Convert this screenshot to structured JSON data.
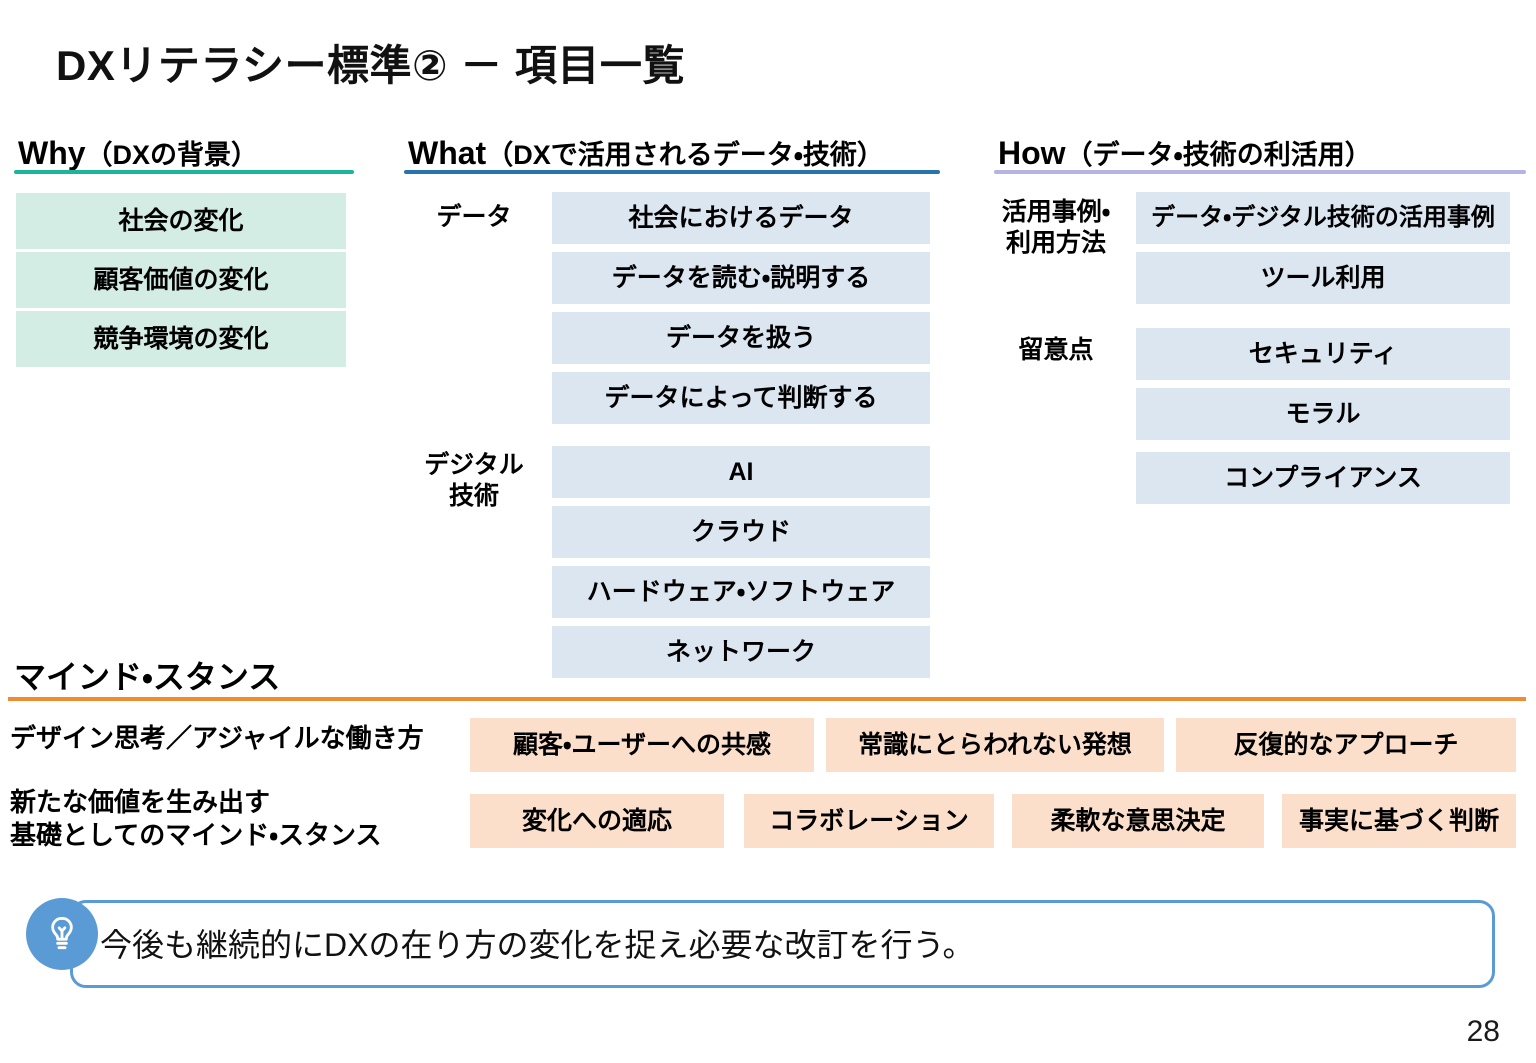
{
  "slide": {
    "title": "DXリテラシー標準② － 項目一覧",
    "page_number": "28"
  },
  "columns": {
    "why": {
      "head_en": "Why",
      "head_jp": "（DXの背景）",
      "rule_color": "#1cb49a",
      "chip_color": "#d3ece4",
      "items": [
        {
          "label": "社会の変化"
        },
        {
          "label": "顧客価値の変化"
        },
        {
          "label": "競争環境の変化"
        }
      ]
    },
    "what": {
      "head_en": "What",
      "head_jp": "（DXで活用されるデータ・技術）",
      "rule_color": "#2a74ad",
      "chip_color": "#dbe6f1",
      "groups": [
        {
          "label": "データ",
          "items": [
            {
              "label": "社会におけるデータ"
            },
            {
              "label": "データを読む・説明する"
            },
            {
              "label": "データを扱う"
            },
            {
              "label": "データによって判断する"
            }
          ]
        },
        {
          "label": "デジタル\n技術",
          "items": [
            {
              "label": "AI"
            },
            {
              "label": "クラウド"
            },
            {
              "label": "ハードウェア・ソフトウェア"
            },
            {
              "label": "ネットワーク"
            }
          ]
        }
      ]
    },
    "how": {
      "head_en": "How",
      "head_jp": "（データ・技術の利活用）",
      "rule_color": "#b3b3e6",
      "chip_color": "#dbe6f1",
      "groups": [
        {
          "label": "活用事例・\n利用方法",
          "items": [
            {
              "label": "データ・デジタル技術の活用事例"
            },
            {
              "label": "ツール利用"
            }
          ]
        },
        {
          "label": "留意点",
          "items": [
            {
              "label": "セキュリティ"
            },
            {
              "label": "モラル"
            },
            {
              "label": "コンプライアンス"
            }
          ]
        }
      ]
    }
  },
  "mind_stance": {
    "title": "マインド・スタンス",
    "rule_color": "#ef8c31",
    "chip_color": "#fbdfcb",
    "rows": [
      {
        "label": "デザイン思考／アジャイルな働き方",
        "items": [
          {
            "label": "顧客・ユーザーへの共感"
          },
          {
            "label": "常識にとらわれない発想"
          },
          {
            "label": "反復的なアプローチ"
          }
        ]
      },
      {
        "label": "新たな価値を生み出す\n基礎としてのマインド・スタンス",
        "items": [
          {
            "label": "変化への適応"
          },
          {
            "label": "コラボレーション"
          },
          {
            "label": "柔軟な意思決定"
          },
          {
            "label": "事実に基づく判断"
          }
        ]
      }
    ]
  },
  "callout": {
    "icon": "lightbulb-icon",
    "text": "今後も継続的にDXの在り方の変化を捉え必要な改訂を行う。",
    "border_color": "#5b9bd5"
  }
}
